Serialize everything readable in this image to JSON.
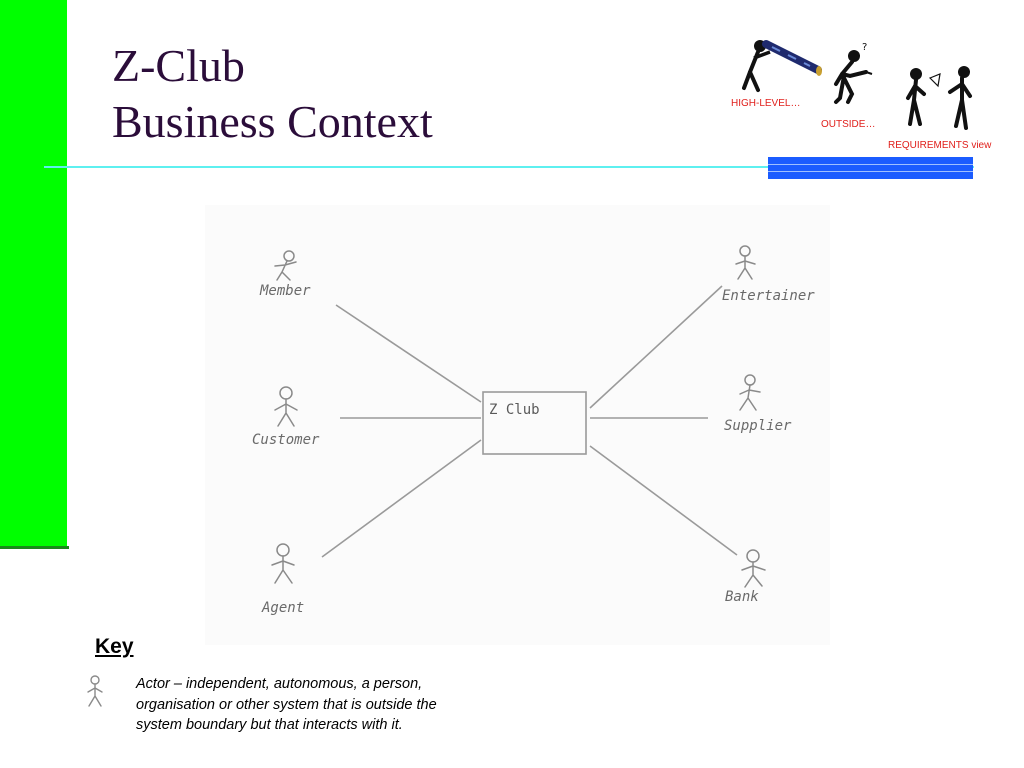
{
  "slide": {
    "title_line1": "Z-Club",
    "title_line2": "Business Context"
  },
  "notes": {
    "high_level": "HIGH-LEVEL…",
    "outside": "OUTSIDE…",
    "requirements": "REQUIREMENTS view"
  },
  "diagram": {
    "system": "Z Club",
    "actors_left": [
      {
        "label": "Member"
      },
      {
        "label": "Customer"
      },
      {
        "label": "Agent"
      }
    ],
    "actors_right": [
      {
        "label": "Entertainer"
      },
      {
        "label": "Supplier"
      },
      {
        "label": "Bank"
      }
    ]
  },
  "key": {
    "title": "Key",
    "description": "Actor – independent, autonomous, a person, organisation or other system that is outside the system boundary but that interacts with it."
  },
  "colors": {
    "accent_green": "#00ff00",
    "title_purple": "#2b0d3a",
    "note_red": "#e0201c",
    "rule_cyan": "#5ef0f0",
    "bar_blue": "#1b5cff"
  }
}
